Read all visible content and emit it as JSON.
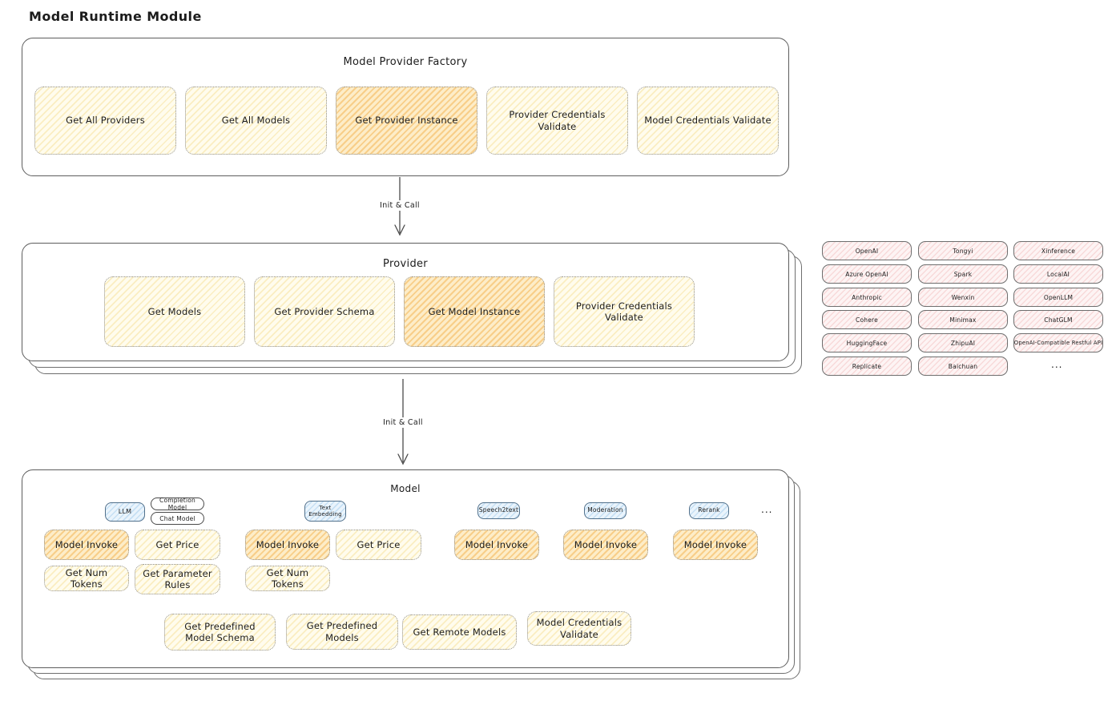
{
  "page": {
    "title": "Model Runtime Module"
  },
  "colors": {
    "ink": "#1c1c1c",
    "frame_border": "#5d5d5d",
    "yellow_fill": "#fffbec",
    "orange_fill": "#fdeac4",
    "blue_fill": "#eaf4fc",
    "pink_fill": "#fdf4f4",
    "dotted_border": "#8f8f8f"
  },
  "factory": {
    "title": "Model Provider Factory",
    "items": [
      "Get All Providers",
      "Get All Models",
      "Get Provider Instance",
      "Provider Credentials Validate",
      "Model Credentials Validate"
    ]
  },
  "arrows": {
    "first": "Init & Call",
    "second": "Init & Call"
  },
  "provider": {
    "title": "Provider",
    "items": [
      "Get Models",
      "Get Provider Schema",
      "Get Model Instance",
      "Provider Credentials Validate"
    ]
  },
  "vendors": {
    "items": [
      "OpenAI",
      "Tongyi",
      "Xinference",
      "Azure OpenAI",
      "Spark",
      "LocalAI",
      "Anthropic",
      "Wenxin",
      "OpenLLM",
      "Cohere",
      "Minimax",
      "ChatGLM",
      "HuggingFace",
      "ZhipuAI",
      "OpenAI-Compatible Restful API",
      "Replicate",
      "Baichuan"
    ],
    "more": "..."
  },
  "model": {
    "title": "Model",
    "tabs": {
      "llm": "LLM",
      "completion": "Completion Model",
      "chat": "Chat Model",
      "text_embedding": "Text Embedding",
      "speech2text": "Speech2text",
      "moderation": "Moderation",
      "rerank": "Rerank",
      "more": "..."
    },
    "buttons": {
      "model_invoke": "Model Invoke",
      "get_price": "Get Price",
      "get_num_tokens": "Get Num Tokens",
      "get_parameter_rules": "Get Parameter Rules",
      "get_predefined_model_schema": "Get Predefined Model Schema",
      "get_predefined_models": "Get Predefined Models",
      "get_remote_models": "Get Remote Models",
      "model_credentials_validate": "Model Credentials Validate"
    }
  }
}
